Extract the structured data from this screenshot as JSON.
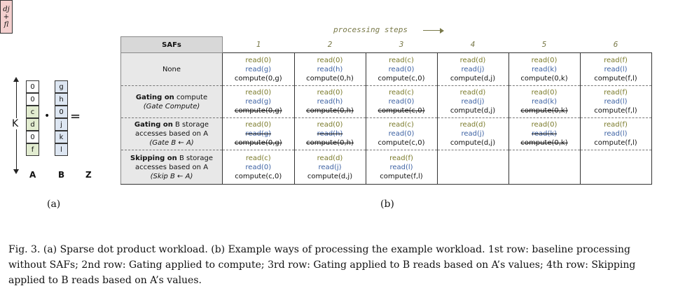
{
  "part_a": {
    "k_label": "K",
    "a_cells": [
      "0",
      "0",
      "c",
      "d",
      "0",
      "f"
    ],
    "b_cells": [
      "g",
      "h",
      "0",
      "j",
      "k",
      "l"
    ],
    "z_cell": [
      "dj",
      "+",
      "fl"
    ],
    "dot": "•",
    "equals": "=",
    "labels": {
      "a": "A",
      "b": "B",
      "z": "Z"
    },
    "sublabel": "(a)"
  },
  "part_b": {
    "steps_title": "processing steps",
    "header": {
      "saf": "SAFs",
      "steps": [
        "1",
        "2",
        "3",
        "4",
        "5",
        "6"
      ]
    },
    "rows": [
      {
        "label": {
          "pre": "None",
          "main": "",
          "rest": "",
          "italic": ""
        },
        "cells": [
          {
            "a": "read(0)",
            "b": "read(g)",
            "c": "compute(0,g)",
            "sa": false,
            "sb": false,
            "sc": false
          },
          {
            "a": "read(0)",
            "b": "read(h)",
            "c": "compute(0,h)",
            "sa": false,
            "sb": false,
            "sc": false
          },
          {
            "a": "read(c)",
            "b": "read(0)",
            "c": "compute(c,0)",
            "sa": false,
            "sb": false,
            "sc": false
          },
          {
            "a": "read(d)",
            "b": "read(j)",
            "c": "compute(d,j)",
            "sa": false,
            "sb": false,
            "sc": false
          },
          {
            "a": "read(0)",
            "b": "read(k)",
            "c": "compute(0,k)",
            "sa": false,
            "sb": false,
            "sc": false
          },
          {
            "a": "read(f)",
            "b": "read(l)",
            "c": "compute(f,l)",
            "sa": false,
            "sb": false,
            "sc": false
          }
        ]
      },
      {
        "label": {
          "pre": "",
          "main": "Gating on",
          "rest": " compute",
          "italic": "(Gate Compute)"
        },
        "cells": [
          {
            "a": "read(0)",
            "b": "read(g)",
            "c": "compute(0,g)",
            "sa": false,
            "sb": false,
            "sc": true
          },
          {
            "a": "read(0)",
            "b": "read(h)",
            "c": "compute(0,h)",
            "sa": false,
            "sb": false,
            "sc": true
          },
          {
            "a": "read(c)",
            "b": "read(0)",
            "c": "compute(c,0)",
            "sa": false,
            "sb": false,
            "sc": true
          },
          {
            "a": "read(d)",
            "b": "read(j)",
            "c": "compute(d,j)",
            "sa": false,
            "sb": false,
            "sc": false
          },
          {
            "a": "read(0)",
            "b": "read(k)",
            "c": "compute(0,k)",
            "sa": false,
            "sb": false,
            "sc": true
          },
          {
            "a": "read(f)",
            "b": "read(l)",
            "c": "compute(f,l)",
            "sa": false,
            "sb": false,
            "sc": false
          }
        ]
      },
      {
        "label": {
          "pre": "",
          "main": "Gating on",
          "rest": " B storage accesses based on A",
          "italic": "(Gate B ← A)"
        },
        "cells": [
          {
            "a": "read(0)",
            "b": "read(g)",
            "c": "compute(0,g)",
            "sa": false,
            "sb": true,
            "sc": true
          },
          {
            "a": "read(0)",
            "b": "read(h)",
            "c": "compute(0,h)",
            "sa": false,
            "sb": true,
            "sc": true
          },
          {
            "a": "read(c)",
            "b": "read(0)",
            "c": "compute(c,0)",
            "sa": false,
            "sb": false,
            "sc": false
          },
          {
            "a": "read(d)",
            "b": "read(j)",
            "c": "compute(d,j)",
            "sa": false,
            "sb": false,
            "sc": false
          },
          {
            "a": "read(0)",
            "b": "read(k)",
            "c": "compute(0,k)",
            "sa": false,
            "sb": true,
            "sc": true
          },
          {
            "a": "read(f)",
            "b": "read(l)",
            "c": "compute(f,l)",
            "sa": false,
            "sb": false,
            "sc": false
          }
        ]
      },
      {
        "label": {
          "pre": "",
          "main": "Skipping on",
          "rest": " B storage accesses based on A",
          "italic": "(Skip B ← A)"
        },
        "cells": [
          {
            "a": "read(c)",
            "b": "read(0)",
            "c": "compute(c,0)",
            "sa": false,
            "sb": false,
            "sc": false
          },
          {
            "a": "read(d)",
            "b": "read(j)",
            "c": "compute(d,j)",
            "sa": false,
            "sb": false,
            "sc": false
          },
          {
            "a": "read(f)",
            "b": "read(l)",
            "c": "compute(f,l)",
            "sa": false,
            "sb": false,
            "sc": false
          },
          null,
          null,
          null
        ]
      }
    ],
    "sublabel": "(b)"
  },
  "caption": "Fig. 3.  (a) Sparse dot product workload. (b) Example ways of processing the example workload. 1st row: baseline processing without SAFs; 2nd row: Gating applied to compute; 3rd row: Gating applied to B reads based on A’s values; 4th row: Skipping applied to B reads based on A’s values.",
  "colors": {
    "a_highlight": "#e2ecd0",
    "b_fill": "#dde6f2",
    "z_fill": "#f4d0cf",
    "a_text": "#7a7a2a",
    "b_text": "#3d62a3"
  }
}
